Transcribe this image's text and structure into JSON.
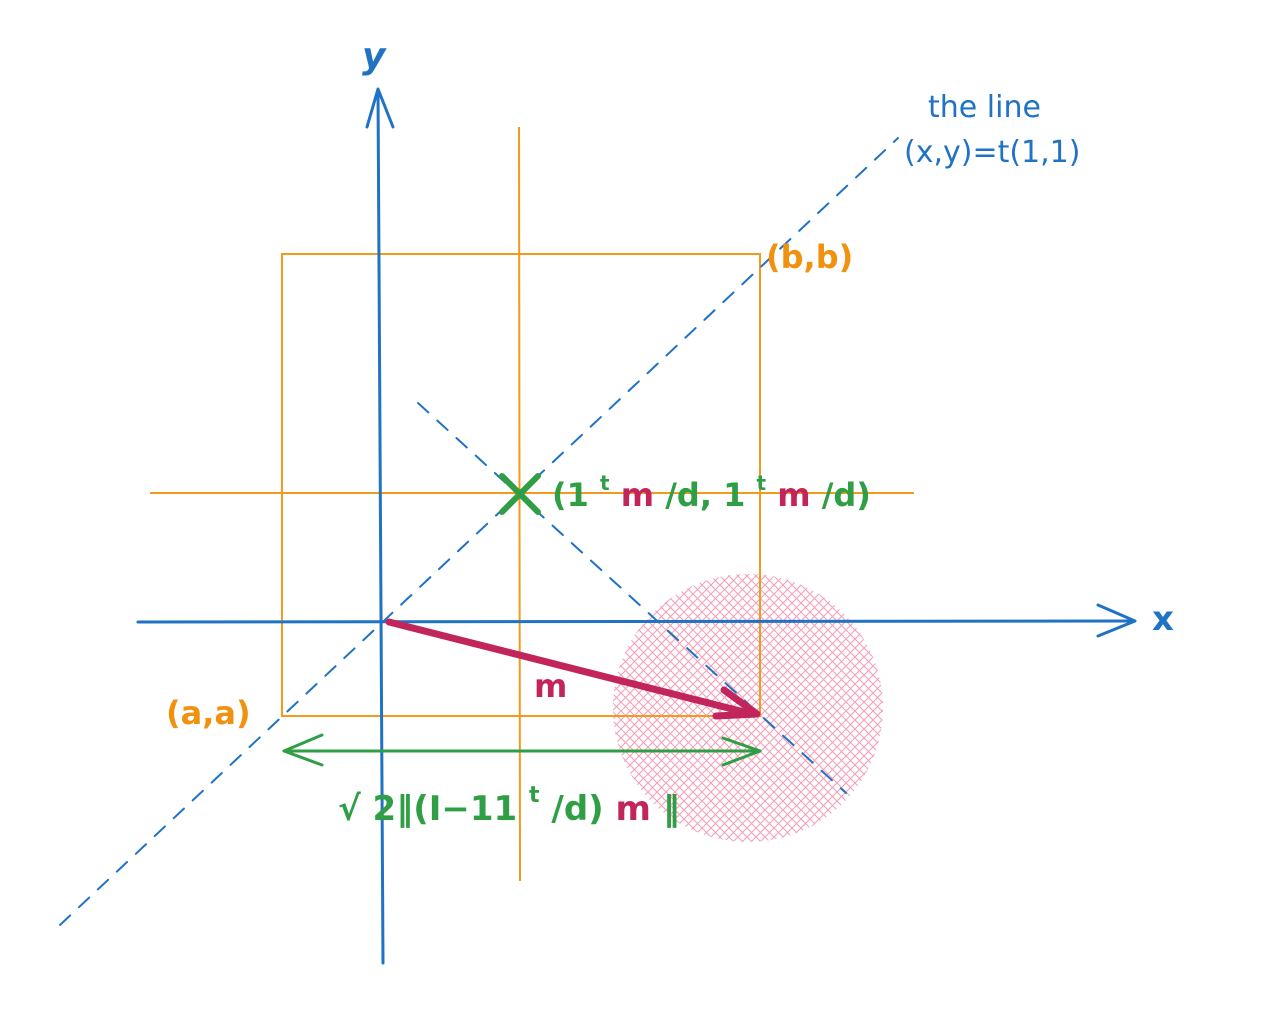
{
  "colors": {
    "axis_blue": "#1f72c4",
    "box_orange": "#f29a1c",
    "vector_pink": "#c2255c",
    "annotation_green": "#2f9e44",
    "hatch_pink": "#f2a0b8",
    "background": "#ffffff"
  },
  "axes": {
    "x_label": "x",
    "y_label": "y"
  },
  "line_annotation": {
    "line1": "the line",
    "line2": "(x,y)=t(1,1)"
  },
  "box_corners": {
    "bottom_left": "(a,a)",
    "top_right": "(b,b)"
  },
  "center_point": {
    "marker": "X",
    "label_open": "(1",
    "sup1": "t",
    "m1": "m",
    "mid": "/d, 1",
    "sup2": "t",
    "m2": "m",
    "label_close": "/d)"
  },
  "vector": {
    "label": "m"
  },
  "distance": {
    "sqrt": "√",
    "part1": "2‖(I−11",
    "sup": "t",
    "part2": " /d)",
    "m": "m",
    "part3": "‖"
  }
}
